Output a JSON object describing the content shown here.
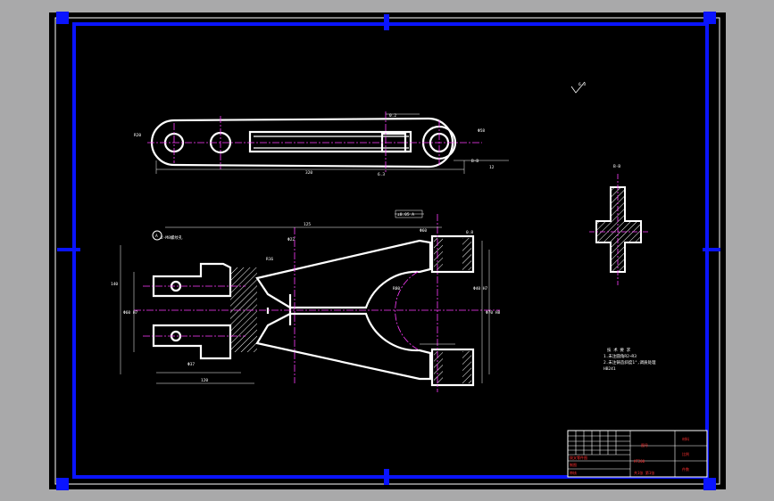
{
  "colors": {
    "background": "#a9a9aa",
    "sheet": "#000000",
    "outer_frame": "#ffffff",
    "border_frame": "#0a14ff",
    "part_outline": "#ffffff",
    "centerline": "#ff3cff",
    "dimension": "#ffffff",
    "hatch": "#ffffff",
    "title_block_red": "#ff3030"
  },
  "icons": {
    "border_marker": "square-tick-marker",
    "datum_symbol": "circle-datum-icon",
    "roughness_symbol": "surface-roughness-icon"
  },
  "sheet": {
    "section_label": "B-B",
    "roughness_note": "6.3",
    "tech_requirements": {
      "heading": "技 术 要 求",
      "line1": "1.未注圆角R2~R3",
      "line2": "2.未注铸造斜度1°,调质处理",
      "line3": "HB241"
    }
  },
  "top_view": {
    "dim_overall": "320",
    "dim_left": "R20",
    "dim_right": "Φ58",
    "dim_section": "B-B",
    "dim_h": "12",
    "dim_bottom": "6.3",
    "dim_tol": "0.2"
  },
  "front_view": {
    "dim_top": "125",
    "frame_note": "⊥0.05 A",
    "dim_h1": "Φ22",
    "dim_h2": "Φ60",
    "dim_left_1": "140",
    "dim_left_2": "Φ60 H7",
    "dim_right_1": "Φ40 H7",
    "dim_right_2": "Φ70 H8",
    "dim_bottom_1": "120",
    "dim_bottom_2": "Φ37",
    "dim_r1": "R16",
    "dim_r2": "R80",
    "dim_small": "0.8",
    "datum": "A",
    "note_mark": "2-M8螺纹孔"
  },
  "title_block": {
    "cell_1": "材料",
    "cell_2": "比例",
    "cell_3": "件数",
    "cell_4": "图号",
    "cell_5": "拨叉零件图",
    "cell_6": "HT200",
    "cell_7": "制图",
    "cell_8": "审核",
    "cell_9": "共1张 第1张"
  }
}
